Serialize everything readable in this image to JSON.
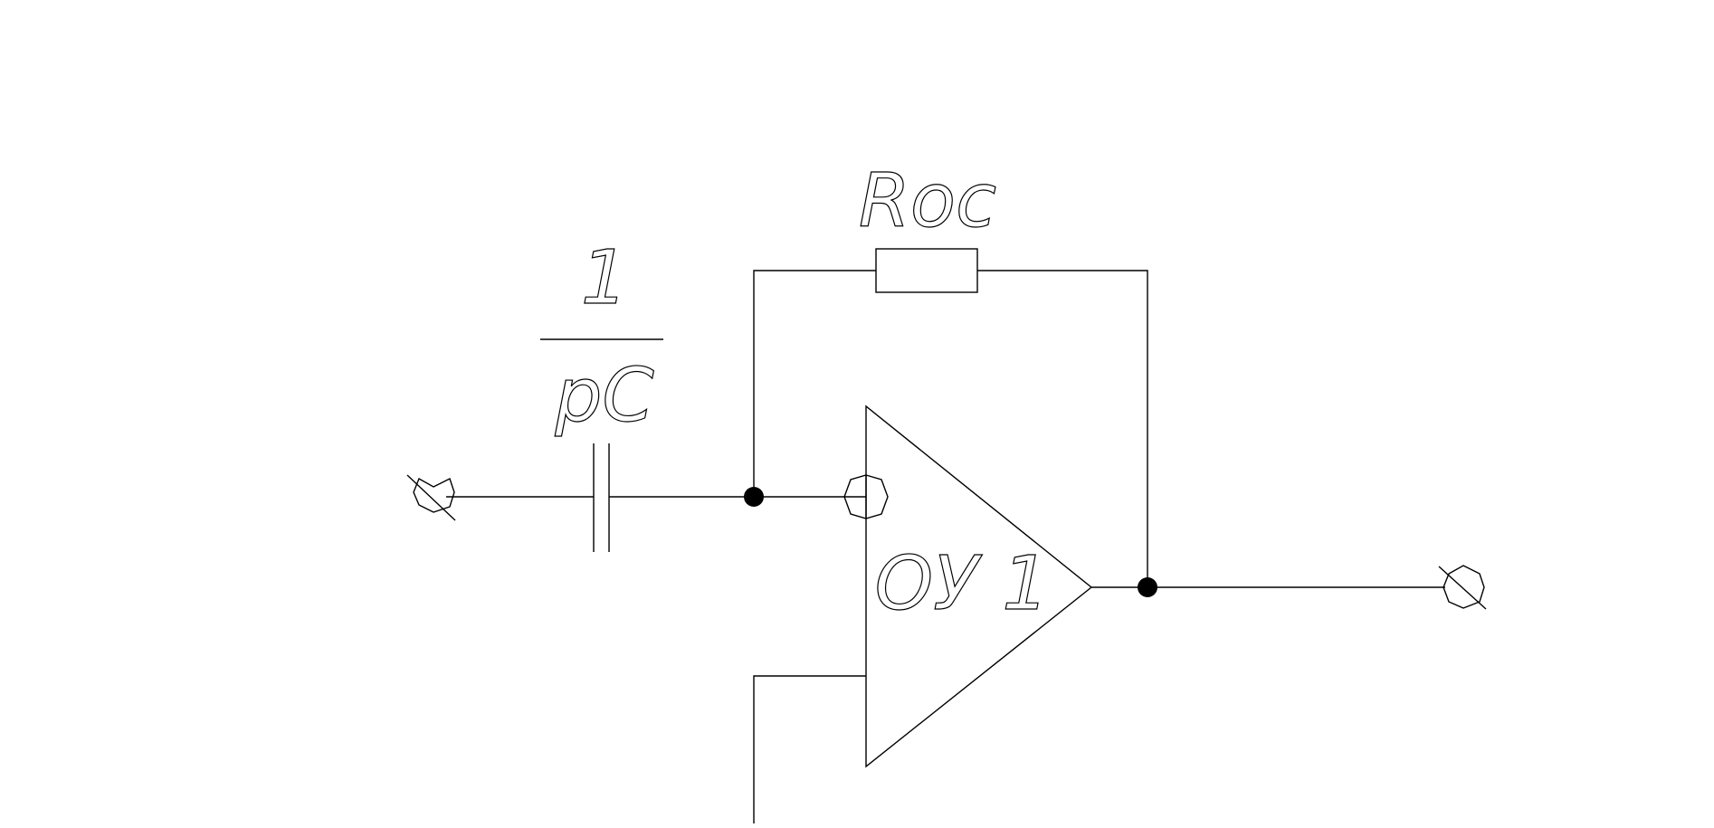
{
  "diagram": {
    "labels": {
      "feedback_resistor": "Roc",
      "capacitor_numerator": "1",
      "capacitor_denominator": "pC",
      "opamp": "ОУ 1"
    },
    "colors": {
      "line": "#000000",
      "background": "#ffffff"
    }
  }
}
